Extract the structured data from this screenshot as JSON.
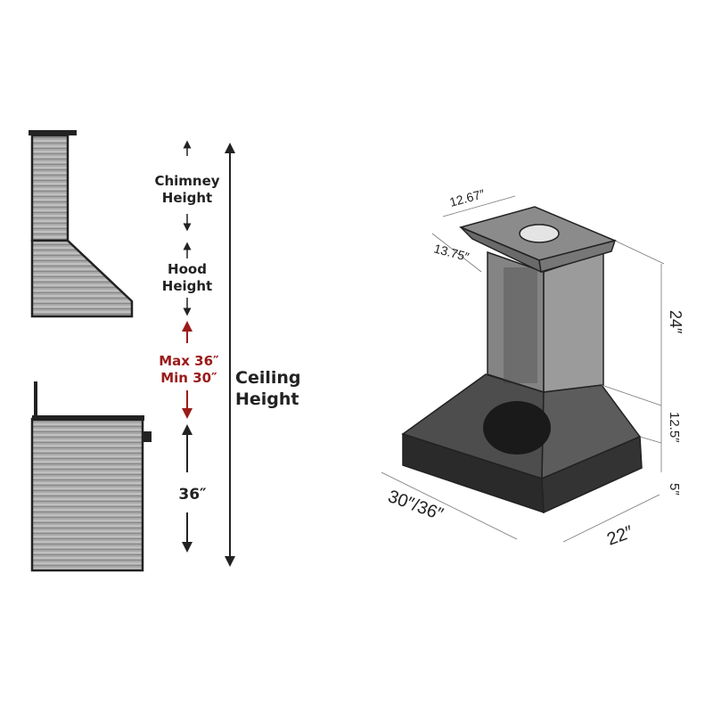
{
  "left_diagram": {
    "chimney_label": [
      "Chimney",
      "Height"
    ],
    "hood_label": [
      "Hood",
      "Height"
    ],
    "clearance_label": [
      "Max 36″",
      "Min 30″"
    ],
    "counter_label": "36″",
    "ceiling_label": [
      "Ceiling",
      "Height"
    ]
  },
  "right_diagram": {
    "top_width": "12.67″",
    "top_depth": "13.75″",
    "chimney_height": "24″",
    "hood_height": "12.5″",
    "band_height": "5″",
    "width": "30″/36″",
    "depth": "22″"
  },
  "colors": {
    "accent": "#9b1a1a",
    "ink": "#222222"
  }
}
